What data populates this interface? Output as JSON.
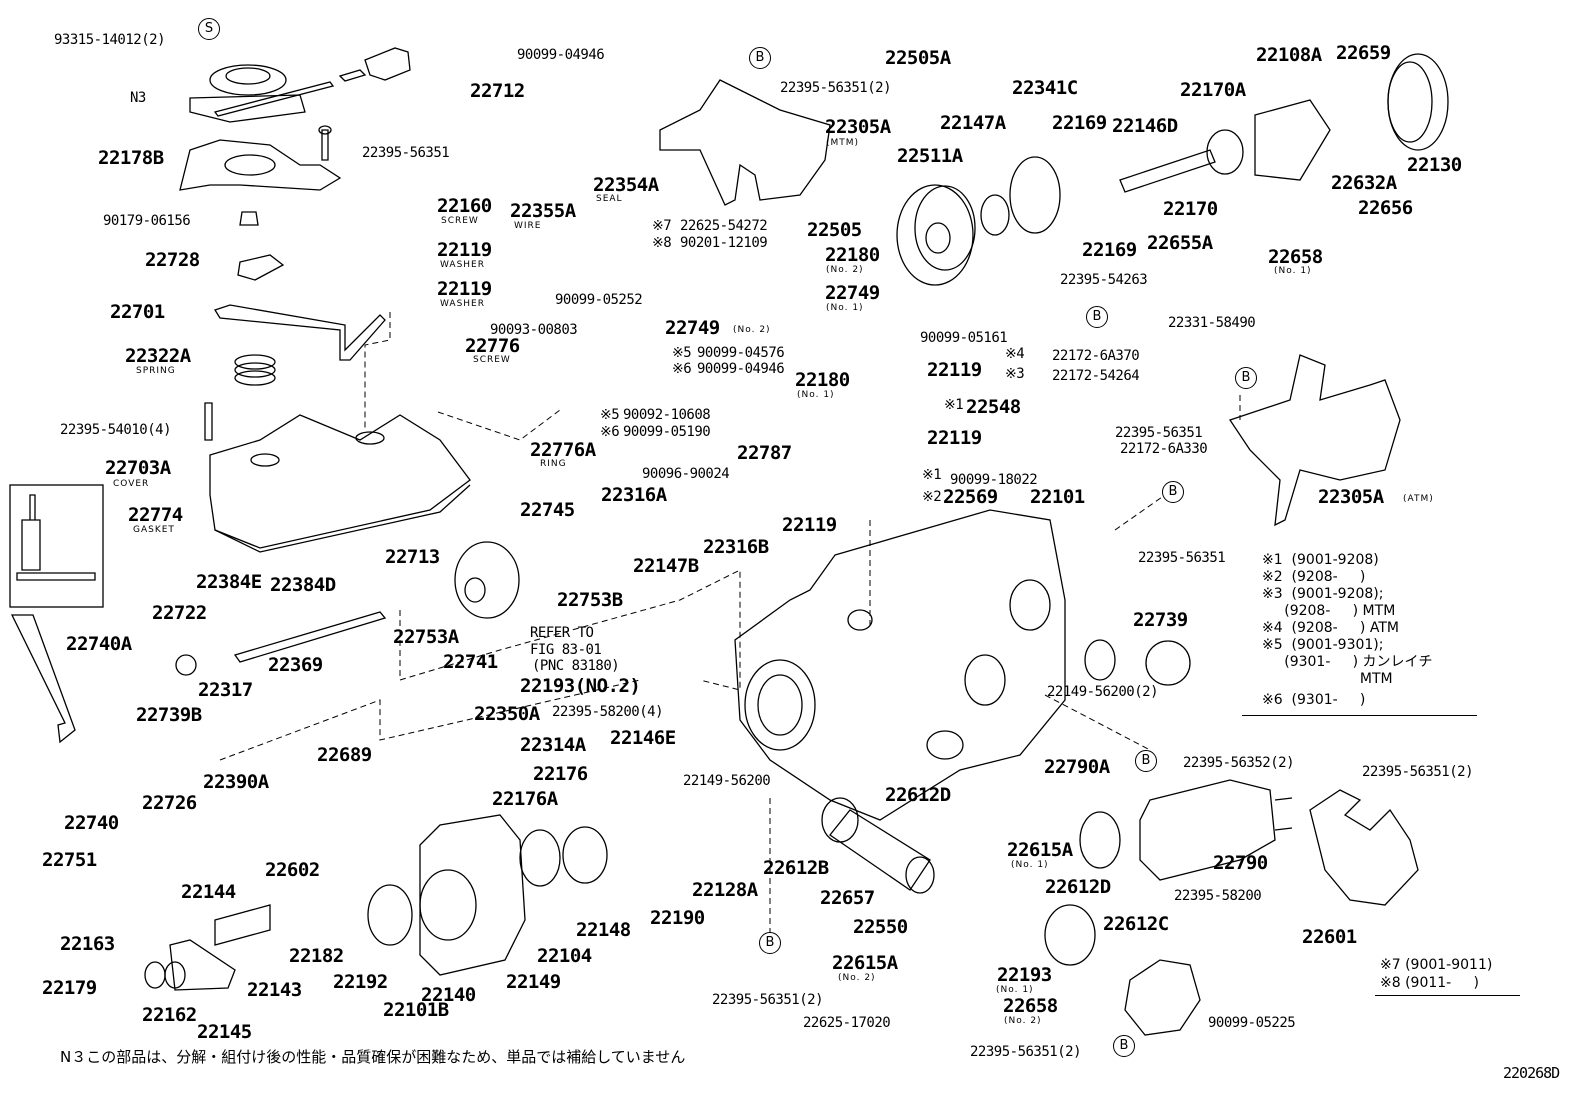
{
  "diagram": {
    "figure_id": "220268D",
    "footnote": "N３この部品は、分解・組付け後の性能・品質確保が困難なため、単品では補給していません",
    "reference_note": [
      "REFER TO",
      "FIG 83-01",
      "(PNC 83180)"
    ],
    "symbols": {
      "s": "S",
      "b": "B"
    },
    "labels": {
      "p93315": "93315-14012(2)",
      "n3": "N3",
      "p22178B": "22178B",
      "p22395_56351_a": "22395-56351",
      "p90179": "90179-06156",
      "p22728": "22728",
      "p22701": "22701",
      "p22322A": "22322A",
      "p22395_54010": "22395-54010(4)",
      "p22703A": "22703A",
      "p22774": "22774",
      "p22160": "22160",
      "p22119_a": "22119",
      "p22119_b": "22119",
      "p22355A": "22355A",
      "p22354A": "22354A",
      "p22712": "22712",
      "p90099_04946": "90099-04946",
      "p22395_56351_2a": "22395-56351(2)",
      "p22305A_mtm": "22305A",
      "p22505A": "22505A",
      "p22341C": "22341C",
      "p22147A": "22147A",
      "p22511A": "22511A",
      "p22505": "22505",
      "p22169_a": "22169",
      "p22146D": "22146D",
      "p22169_b": "22169",
      "p22170A": "22170A",
      "p22170": "22170",
      "p22108A": "22108A",
      "p22659": "22659",
      "p22130": "22130",
      "p22632A": "22632A",
      "p22656": "22656",
      "p22655A": "22655A",
      "p22658_1": "22658",
      "p22395_54263": "22395-54263",
      "p22625_54272": "22625-54272",
      "p90201": "90201-12109",
      "p22180_2": "22180",
      "p22749_1": "22749",
      "p90099_05252": "90099-05252",
      "p90093": "90093-00803",
      "p22749_2": "22749",
      "p22776": "22776",
      "p90099_04576": "90099-04576",
      "p90099_04946b": "90099-04946",
      "p90092": "90092-10608",
      "p90099_05190": "90099-05190",
      "p22776A": "22776A",
      "p22180_1": "22180",
      "p22787": "22787",
      "p90096": "90096-90024",
      "p22316A": "22316A",
      "p22316B": "22316B",
      "p22745": "22745",
      "p22147B": "22147B",
      "p22753B": "22753B",
      "p90099_05161": "90099-05161",
      "p22119_c": "22119",
      "p22548": "22548",
      "p22119_d": "22119",
      "p90099_18022": "90099-18022",
      "p22569": "22569",
      "p22119_e": "22119",
      "p22101": "22101",
      "p22172_6A370": "22172-6A370",
      "p22172_54264": "22172-54264",
      "p22172_6A330": "22172-6A330",
      "p22395_56351_c": "22395-56351",
      "p22395_56351_d": "22395-56351",
      "p22331": "22331-58490",
      "p22305A_atm": "22305A",
      "p22713": "22713",
      "p22384E": "22384E",
      "p22384D": "22384D",
      "p22722": "22722",
      "p22753A": "22753A",
      "p22741": "22741",
      "p22740A": "22740A",
      "p22739B": "22739B",
      "p22369": "22369",
      "p22317": "22317",
      "p22193_2": "22193(NO.2)",
      "p22350A": "22350A",
      "p22395_58200_4": "22395-58200(4)",
      "p22146E": "22146E",
      "p22314A": "22314A",
      "p22740": "22740",
      "p22726": "22726",
      "p22390A": "22390A",
      "p22689": "22689",
      "p22176": "22176",
      "p22176A": "22176A",
      "p22149_56200": "22149-56200",
      "p22612D_a": "22612D",
      "p22751": "22751",
      "p22602": "22602",
      "p22612B": "22612B",
      "p22657": "22657",
      "p22550": "22550",
      "p22128A": "22128A",
      "p22190": "22190",
      "p22144": "22144",
      "p22148": "22148",
      "p22104": "22104",
      "p22149": "22149",
      "p22163": "22163",
      "p22179": "22179",
      "p22162": "22162",
      "p22145": "22145",
      "p22143": "22143",
      "p22182": "22182",
      "p22192": "22192",
      "p22140": "22140",
      "p22101B": "22101B",
      "p22395_56351_2b": "22395-56351(2)",
      "p22615A_2": "22615A",
      "p22625_17020": "22625-17020",
      "p22739": "22739",
      "p22149_56200_2": "22149-56200(2)",
      "p22790A": "22790A",
      "p22395_56352": "22395-56352(2)",
      "p22395_56351_2c": "22395-56351(2)",
      "p22790": "22790",
      "p22601": "22601",
      "p22615A_1": "22615A",
      "p22612D_b": "22612D",
      "p22612C": "22612C",
      "p22395_58200": "22395-58200",
      "p22193_1": "22193",
      "p22658_2": "22658",
      "p90099_05225": "90099-05225",
      "p22395_56351_2d": "22395-56351(2)"
    },
    "sublabels": {
      "screw": "SCREW",
      "washer": "WASHER",
      "wire": "WIRE",
      "seal": "SEAL",
      "spring": "SPRING",
      "cover": "COVER",
      "gasket": "GASKET",
      "ring": "RING",
      "mtm": "(MTM)",
      "atm": "(ATM)",
      "no1": "(No. 1)",
      "no2": "(No. 2)"
    },
    "marks": {
      "m1": "※1",
      "m2": "※2",
      "m3": "※3",
      "m4": "※4",
      "m5": "※5",
      "m6": "※6",
      "m7": "※7",
      "m8": "※8"
    },
    "legend_1_6": [
      "※1  (9001-9208)",
      "※2  (9208-     )",
      "※3  (9001-9208);",
      "     (9208-     ) MTM",
      "※4  (9208-     ) ATM",
      "※5  (9001-9301);",
      "     (9301-     ) カンレイチ",
      "                      MTM",
      "※6  (9301-     )"
    ],
    "legend_7_8": [
      "※7 (9001-9011)",
      "※8 (9011-     )"
    ]
  }
}
